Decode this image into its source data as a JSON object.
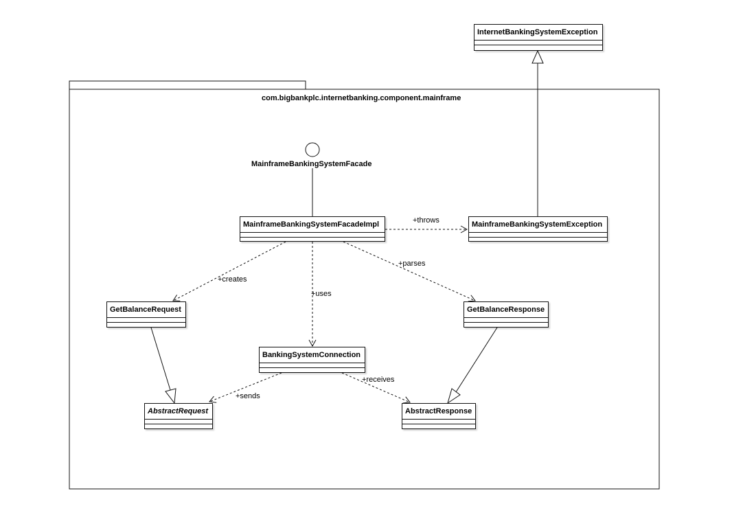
{
  "package": {
    "name": "com.bigbankplc.internetbanking.component.mainframe"
  },
  "interface": {
    "name": "MainframeBankingSystemFacade"
  },
  "classes": {
    "internet_exception": "InternetBankingSystemException",
    "facade_impl": "MainframeBankingSystemFacadeImpl",
    "mainframe_exception": "MainframeBankingSystemException",
    "get_balance_request": "GetBalanceRequest",
    "get_balance_response": "GetBalanceResponse",
    "banking_connection": "BankingSystemConnection",
    "abstract_request": "AbstractRequest",
    "abstract_response": "AbstractResponse"
  },
  "relations": {
    "throws": "+throws",
    "creates": "+creates",
    "uses": "+uses",
    "parses": "+parses",
    "sends": "+sends",
    "receives": "+receives"
  }
}
